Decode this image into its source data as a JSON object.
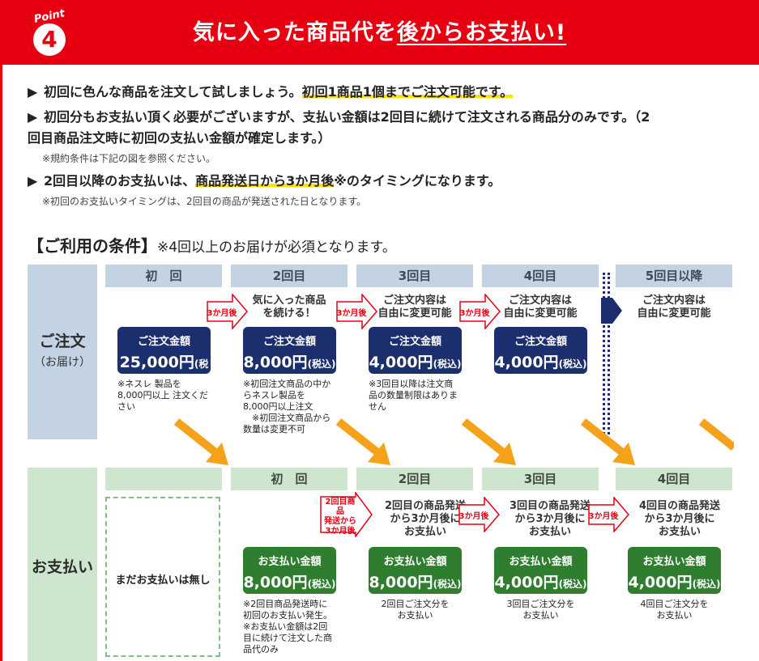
{
  "header": {
    "point_word": "Point",
    "point_number": "4",
    "title_plain": "気に入った商品代を",
    "title_underlined": "後からお支払い!"
  },
  "bullets": {
    "b1_text": "初回に色んな商品を注文して試しましょう。",
    "b1_highlight": "初回1商品1個までご注文可能です。",
    "b2_line1": "初回分もお支払い頂く必要がございますが、支払い金額は2回目に続けて注文される商品分のみです。（2",
    "b2_line2": "回目商品注文時に初回の支払い金額が確定します。）",
    "b2_note": "※規約条件は下記の図を参照ください。",
    "b3_text": "2回目以降のお支払いは、",
    "b3_highlight": "商品発送日から3か月後",
    "b3_rest": "※のタイミングになります。",
    "b3_note": "※初回のお支払いタイミングは、2回目の商品が発送された日となります。"
  },
  "conditions": {
    "title": "【ご利用の条件】",
    "subtitle": "※4回以上のお届けが必須となります。"
  },
  "order_row": {
    "label": "ご注文",
    "sublabel": "（お届け）",
    "headers": [
      "初　回",
      "2回目",
      "3回目",
      "4回目",
      "5回目以降"
    ],
    "descs": [
      "",
      "気に入った商品\nを続ける！",
      "ご注文内容は\n自由に変更可能",
      "ご注文内容は\n自由に変更可能",
      "ご注文内容は\n自由に変更可能"
    ],
    "box_label": "ご注文金額",
    "amounts": [
      "25,000円",
      "8,000円",
      "4,000円",
      "4,000円"
    ],
    "tax": "(税込)",
    "notes": [
      "※ネスレ 製品を\n8,000円以上 注文くだ\nさい",
      "※初回注文商品の中か\nらネスレ製品を\n8,000円以上注文\n　※初回注文商品から\n数量は変更不可",
      "※3回目以降は注文商\n品の数量制限はありま\nせん"
    ],
    "arrow_tag": "3か月後"
  },
  "pay_row": {
    "label": "お支払い",
    "none_text": "まだお支払いは無し",
    "headers": [
      "初　回",
      "2回目",
      "3回目",
      "4回目"
    ],
    "first_tag": "2回目商品\n発送から\n3か月後",
    "arrow_tag": "3か月後",
    "descs": [
      "",
      "2回目の商品発送\nから3か月後に\nお支払い",
      "3回目の商品発送\nから3か月後に\nお支払い",
      "4回目の商品発送\nから3か月後に\nお支払い"
    ],
    "box_label": "お支払い金額",
    "amounts": [
      "8,000円",
      "8,000円",
      "4,000円",
      "4,000円"
    ],
    "tax": "(税込)",
    "notes": [
      "※2回目商品発送時に\n初回のお支払い発生。\n※お支払い金額は2回\n目に続けて注文した商\n品代のみ",
      "2回目ご注文分を\nお支払い",
      "3回目ご注文分を\nお支払い",
      "4回目ご注文分を\nお支払い"
    ]
  },
  "colors": {
    "red": "#e60012",
    "navy": "#1b2f6e",
    "green": "#2f7d2f",
    "orange": "#f5a21b",
    "highlight": "#ffe100"
  }
}
